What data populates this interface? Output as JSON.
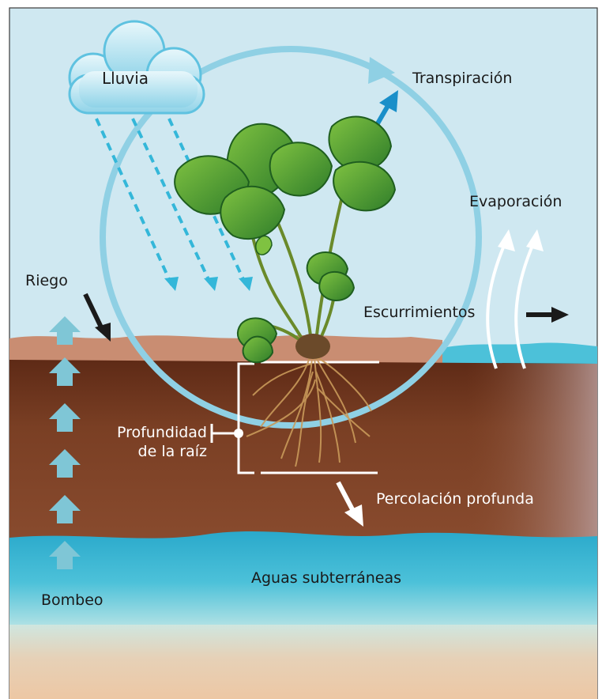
{
  "labels": {
    "rain": "Lluvia",
    "transpiration": "Transpiración",
    "evaporation": "Evaporación",
    "irrigation": "Riego",
    "runoff": "Escurrimientos",
    "root_depth_line1": "Profundidad",
    "root_depth_line2": "de la raíz",
    "deep_percolation": "Percolación profunda",
    "groundwater": "Aguas subterráneas",
    "pumping": "Bombeo"
  },
  "icons": {
    "cloud": "cloud-icon",
    "plant": "strawberry-plant-icon",
    "cycle": "water-cycle-arrow-icon"
  },
  "colors": {
    "sky": "#cfe8f1",
    "cycle_ring": "#8fd0e4",
    "rain_drops": "#34b7d9",
    "topsoil": "#c98d72",
    "soil": "#7a3f24",
    "groundwater": "#2fb4d1",
    "sand": "#e9c8a7",
    "pump_arrows": "#7fc6d6",
    "transpiration_arrow": "#1a8fc9"
  }
}
